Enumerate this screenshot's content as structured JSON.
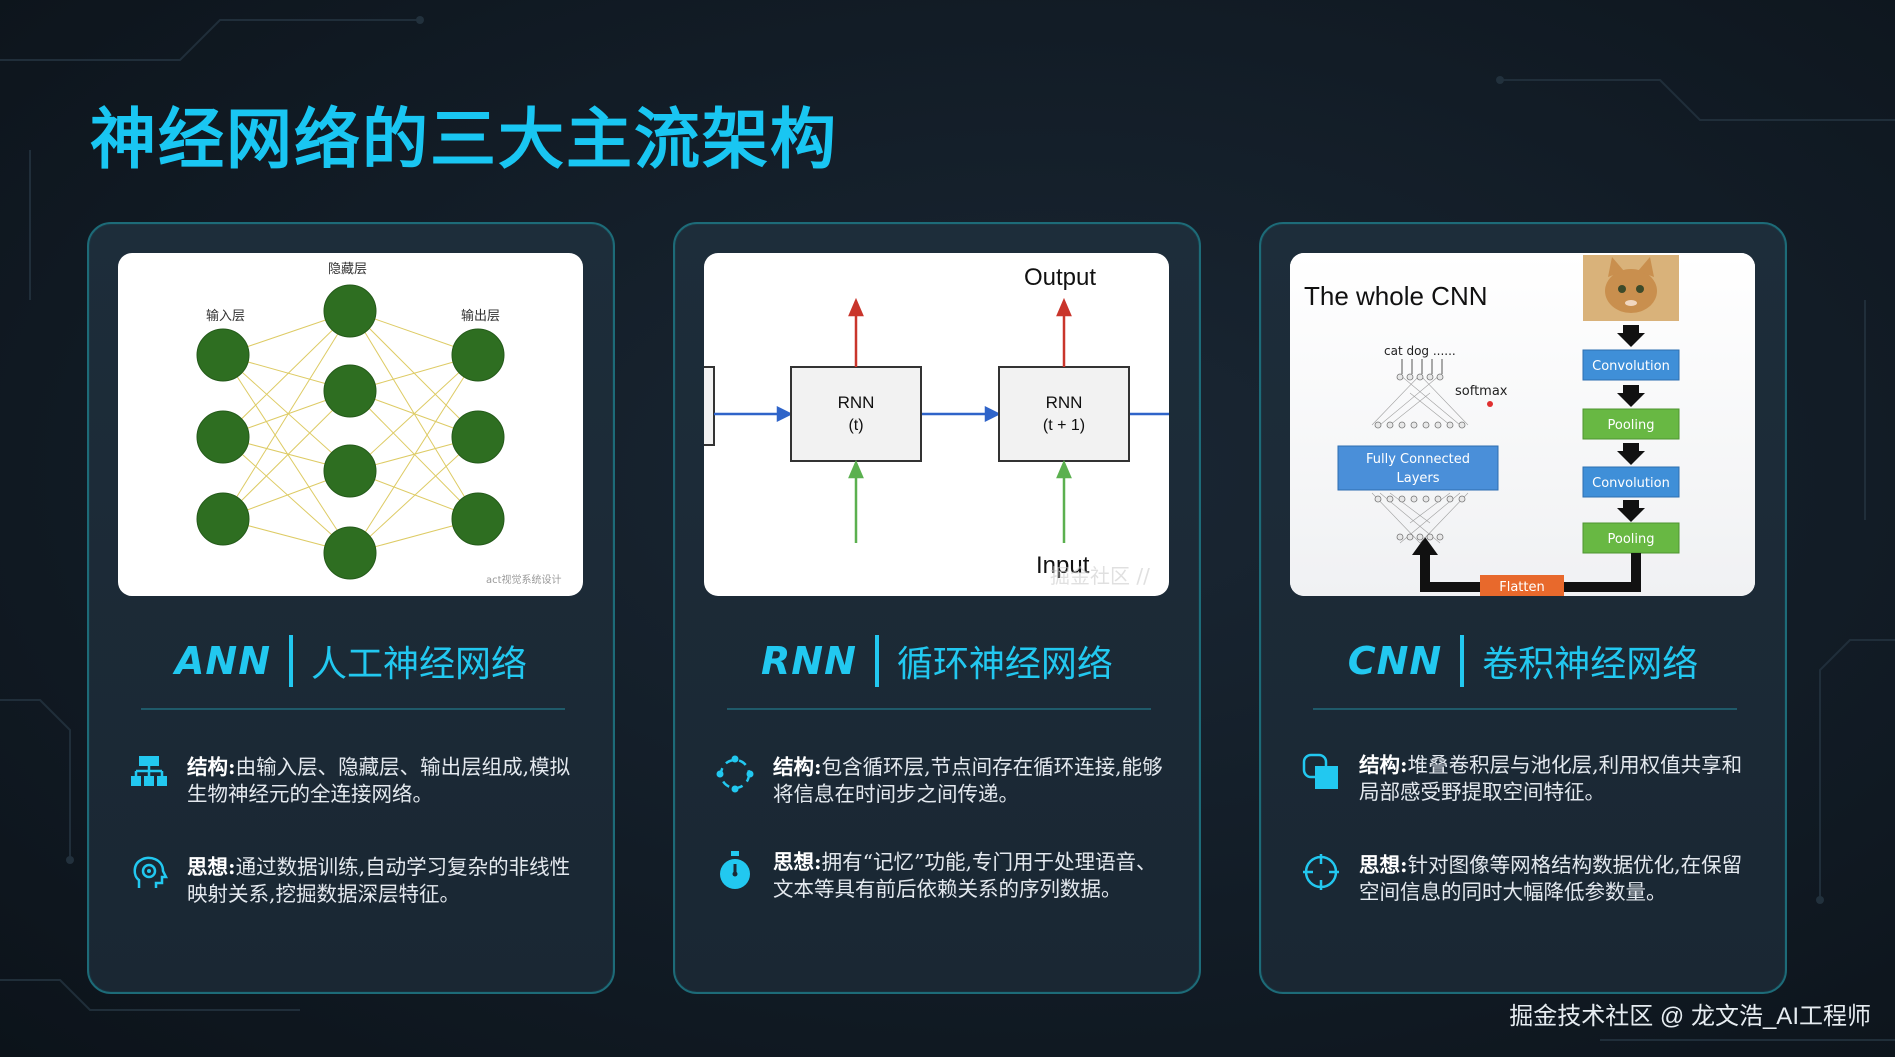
{
  "title": "神经网络的三大主流架构",
  "watermark": "掘金技术社区 @ 龙文浩_AI工程师",
  "colors": {
    "accent": "#19c6f2",
    "card_border": "#1d6b78",
    "background": "#141e28"
  },
  "cards": [
    {
      "abbr": "ANN",
      "name": "人工神经网络",
      "image": {
        "labels": {
          "input": "输入层",
          "hidden": "隐藏层",
          "output": "输出层"
        },
        "credit": "act视觉系统设计"
      },
      "structure_label": "结构:",
      "structure_text": "由输入层、隐藏层、输出层组成,模拟生物神经元的全连接网络。",
      "idea_label": "思想:",
      "idea_text": "通过数据训练,自动学习复杂的非线性映射关系,挖掘数据深层特征。",
      "icons": [
        "network-icon",
        "head-gear-icon"
      ]
    },
    {
      "abbr": "RNN",
      "name": "循环神经网络",
      "image": {
        "output": "Output",
        "input": "Input",
        "cell1_a": "RNN",
        "cell1_b": "(t)",
        "cell2_a": "RNN",
        "cell2_b": "(t + 1)",
        "ghost": "掘金社区 //"
      },
      "structure_label": "结构:",
      "structure_text": "包含循环层,节点间存在循环连接,能够将信息在时间步之间传递。",
      "idea_label": "思想:",
      "idea_text": "拥有“记忆”功能,专门用于处理语音、文本等具有前后依赖关系的序列数据。",
      "icons": [
        "cycle-icon",
        "stopwatch-icon"
      ]
    },
    {
      "abbr": "CNN",
      "name": "卷积神经网络",
      "image": {
        "title": "The whole CNN",
        "classes": "cat dog ......",
        "softmax": "softmax",
        "fc_a": "Fully Connected",
        "fc_b": "Layers",
        "conv1": "Convolution",
        "pool1": "Pooling",
        "conv2": "Convolution",
        "pool2": "Pooling",
        "flatten": "Flatten"
      },
      "structure_label": "结构:",
      "structure_text": "堆叠卷积层与池化层,利用权值共享和局部感受野提取空间特征。",
      "idea_label": "思想:",
      "idea_text": "针对图像等网格结构数据优化,在保留空间信息的同时大幅降低参数量。",
      "icons": [
        "overlap-squares-icon",
        "crosshair-icon"
      ]
    }
  ]
}
